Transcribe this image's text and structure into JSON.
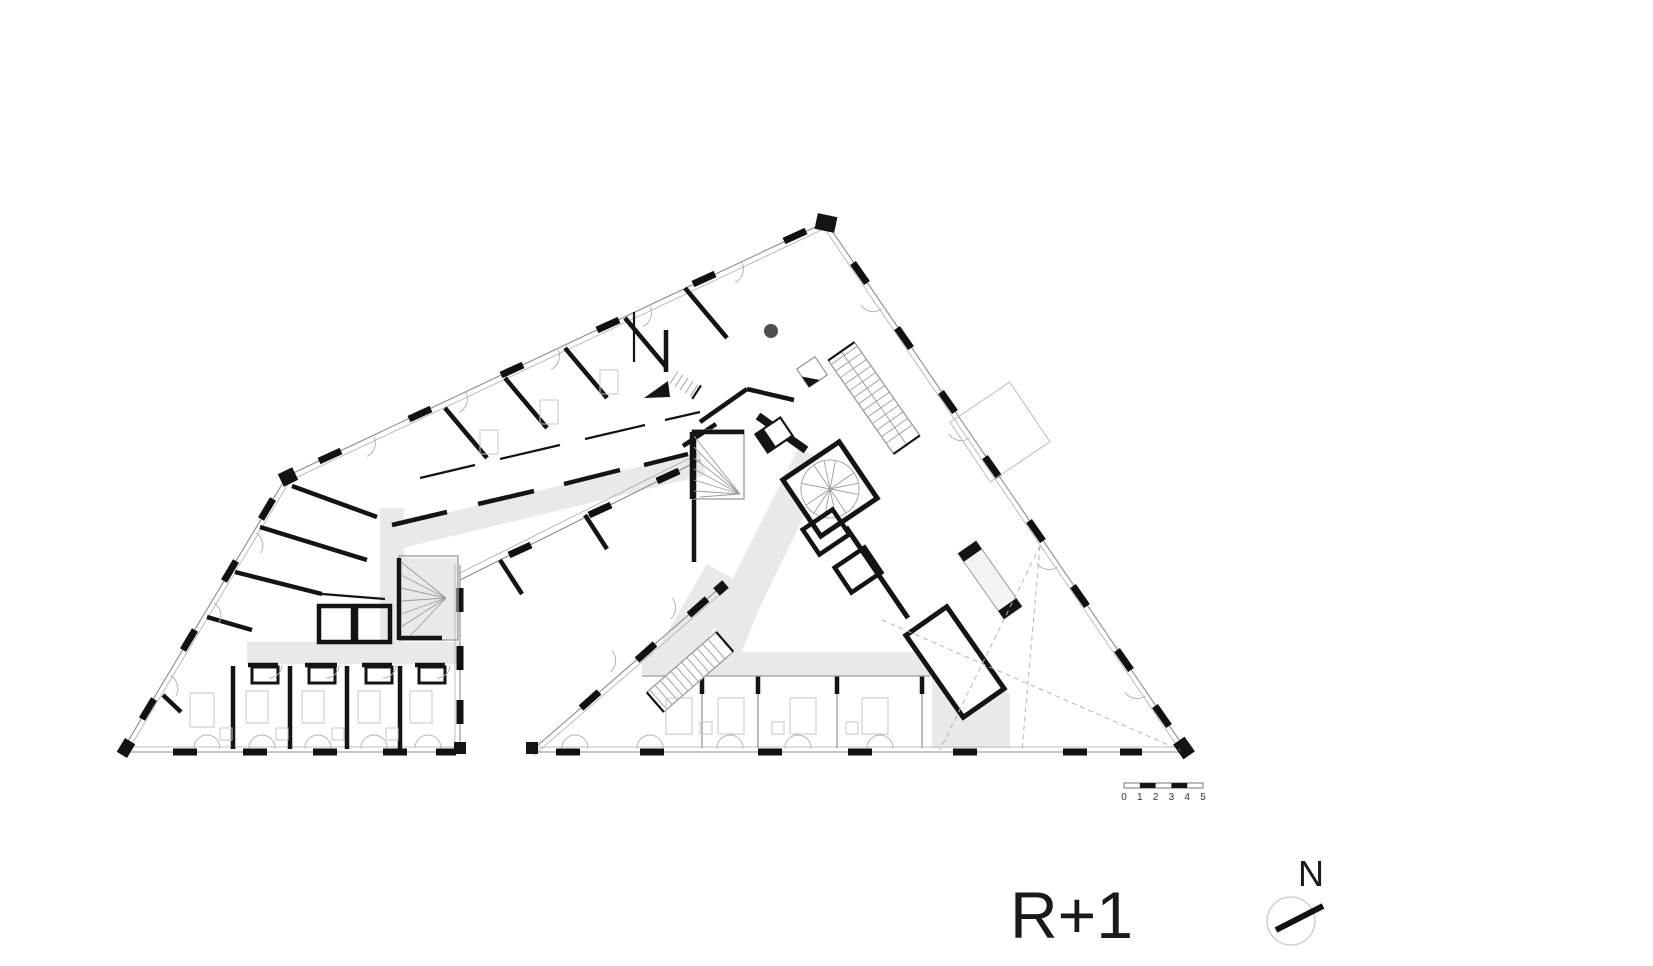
{
  "plan": {
    "floor_label": "R+1",
    "north": {
      "label": "N"
    },
    "scale_bar": {
      "labels": [
        "0",
        "1",
        "2",
        "3",
        "4",
        "5"
      ]
    },
    "colors": {
      "wall": "#141414",
      "envelope": "#8c8c8c",
      "corridor_fill": "#e9e9e9",
      "furniture_line": "#c6c6c6",
      "door_arc": "#b4b4b4",
      "dashed_line": "#b5b5b5",
      "column_dot": "#4f4f4f",
      "compass_circle": "#c9c9c9",
      "paper": "#ffffff"
    }
  }
}
